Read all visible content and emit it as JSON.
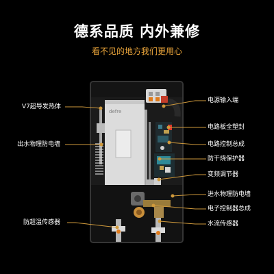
{
  "header": {
    "title": "德系品质 内外兼修",
    "subtitle": "看不见的地方我们更用心"
  },
  "device": {
    "brand_mark": "defre"
  },
  "callouts": {
    "left": [
      {
        "id": "v7-heater",
        "label": "V7超导发热体"
      },
      {
        "id": "outlet-wall",
        "label": "出水物理防电墙"
      },
      {
        "id": "overtemp-sensor",
        "label": "防超温传感器"
      }
    ],
    "right": [
      {
        "id": "power-input",
        "label": "电源输入端"
      },
      {
        "id": "pcb-sealed",
        "label": "电路板全塑封"
      },
      {
        "id": "control-assembly",
        "label": "电路控制总成"
      },
      {
        "id": "dry-burn",
        "label": "防干烧保护器"
      },
      {
        "id": "freq-regulator",
        "label": "变频调节器"
      },
      {
        "id": "inlet-wall",
        "label": "进水物理防电墙"
      },
      {
        "id": "electronic-control",
        "label": "电子控制器总成"
      },
      {
        "id": "flow-sensor",
        "label": "水流传感器"
      }
    ]
  },
  "colors": {
    "background": "#000000",
    "accent": "#e8a33a",
    "leader": "#d09a3c",
    "text": "#ffffff"
  }
}
